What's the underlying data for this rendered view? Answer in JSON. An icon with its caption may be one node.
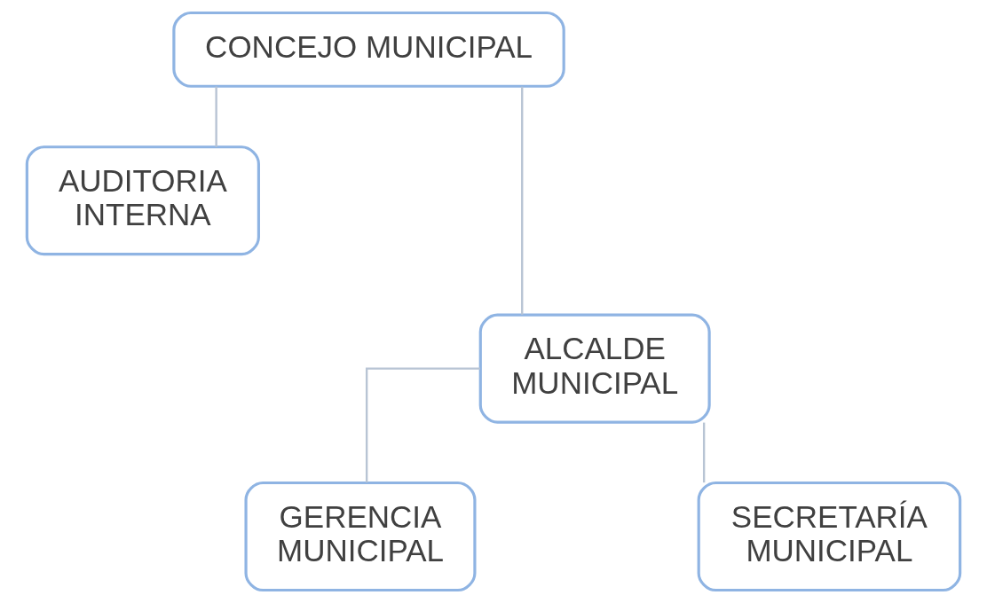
{
  "diagram": {
    "nodes": [
      {
        "text": [
          "CONCEJO MUNICIPAL"
        ]
      },
      {
        "text": [
          "AUDITORIA INTERNA"
        ]
      },
      {
        "text": [
          "ALCALDE MUNICIPAL"
        ]
      },
      {
        "text": [
          "GERENCIA MUNICIPAL"
        ]
      },
      {
        "text": [
          "SECRETARÍA MUNICIPAL"
        ]
      }
    ],
    "edges": [
      {
        "from": 0,
        "to": 1,
        "arrow": "none"
      },
      {
        "from": 0,
        "to": 2,
        "arrow": "none"
      },
      {
        "from": 2,
        "to": 3,
        "arrow": "none"
      },
      {
        "from": 2,
        "to": 4,
        "arrow": "none"
      }
    ]
  }
}
